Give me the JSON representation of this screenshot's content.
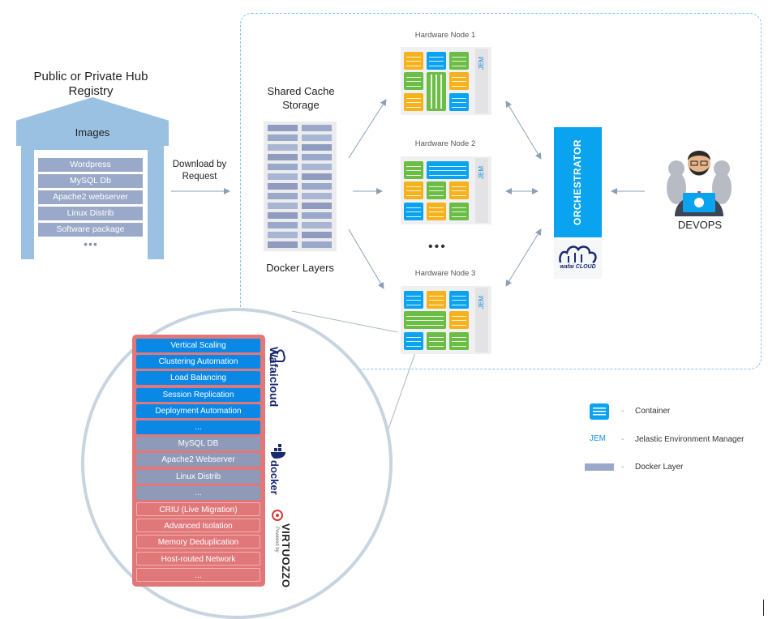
{
  "registry": {
    "title": "Public or Private Hub Registry",
    "images_label": "Images",
    "items": [
      "Wordpress",
      "MySQL Db",
      "Apache2 webserver",
      "Linux Distrib",
      "Software package"
    ],
    "ellipsis": "•••"
  },
  "download_label": "Download by Request",
  "cache": {
    "title": "Shared Cache Storage",
    "footer": "Docker Layers"
  },
  "nodes": [
    {
      "title": "Hardware Node 1",
      "jem": "JEM"
    },
    {
      "title": "Hardware Node 2",
      "jem": "JEM"
    },
    {
      "title": "Hardware Node 3",
      "jem": "JEM"
    }
  ],
  "nodes_ellipsis": "•••",
  "orchestrator": {
    "label": "ORCHESTRATOR",
    "logo_text": "wafai CLOUD"
  },
  "devops_label": "DEVOPS",
  "stack": {
    "wafaicloud": [
      "Vertical Scaling",
      "Clustering Automation",
      "Load Balancing",
      "Session Replication",
      "Deployment Automation",
      "..."
    ],
    "docker": [
      "MySQL DB",
      "Apache2 Webserver",
      "Linux Distrib",
      "..."
    ],
    "virtuozzo": [
      "CRIU (Live Migration)",
      "Advanced Isolation",
      "Memory Deduplication",
      "Host-routed Network",
      "..."
    ],
    "brand_wafaicloud": "Wafaicloud",
    "brand_docker": "docker",
    "brand_virtuozzo": "VIRTUOZZO",
    "brand_virtuozzo_small": "Powered by"
  },
  "legend": {
    "container": "Container",
    "jem_abbr": "JEM",
    "jem": "Jelastic Environment Manager",
    "docker_layer": "Docker Layer",
    "dash": "-"
  },
  "colors": {
    "blue": "#0aa3f0",
    "green": "#6cbd45",
    "orange": "#f6b21c",
    "layer_gray": "#9aa9c9",
    "stack_red": "#e0787a",
    "dashed_border": "#7cc8ee"
  }
}
